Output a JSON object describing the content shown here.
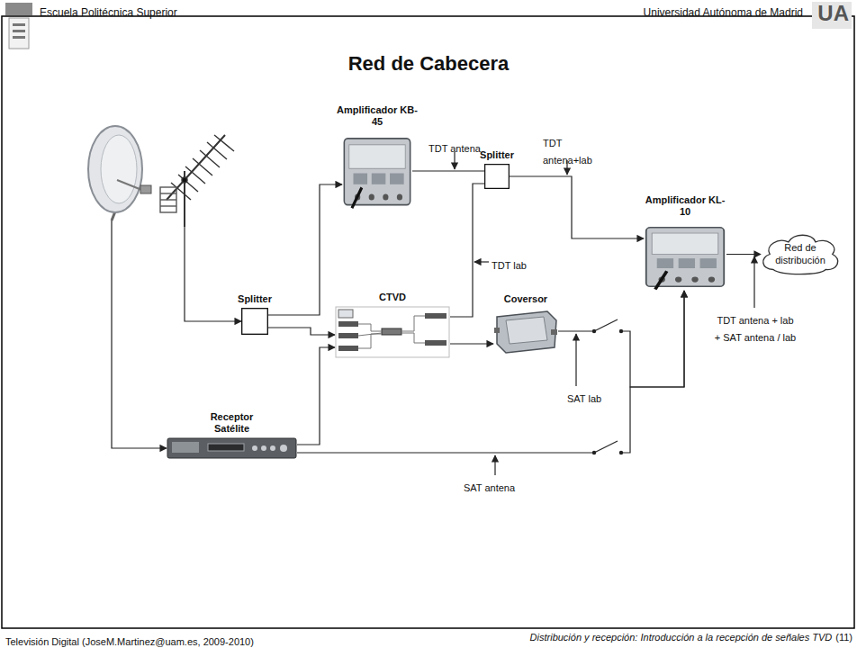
{
  "diagram": {
    "title": "Red de Cabecera",
    "nodes": [
      {
        "text": [
          "Amplificador KB-45"
        ]
      },
      {
        "text": [
          "Splitter"
        ]
      },
      {
        "text": [
          "Amplificador KL-10"
        ]
      },
      {
        "text": [
          "Red de distribución"
        ]
      },
      {
        "text": [
          "Splitter"
        ]
      },
      {
        "text": [
          "CTVD"
        ]
      },
      {
        "text": [
          "Coversor"
        ]
      },
      {
        "text": [
          "Receptor Satélite"
        ]
      }
    ],
    "edges": [
      {
        "from": 4,
        "to": 0,
        "arrow": "to"
      },
      {
        "from": 4,
        "to": 5,
        "arrow": "to"
      },
      {
        "from": 0,
        "to": 1,
        "arrow": "none"
      },
      {
        "from": 5,
        "to": 1,
        "arrow": "none"
      },
      {
        "from": 1,
        "to": 2,
        "arrow": "to"
      },
      {
        "from": 2,
        "to": 3,
        "arrow": "to"
      },
      {
        "from": 7,
        "to": 5,
        "arrow": "to"
      },
      {
        "from": 5,
        "to": 6,
        "arrow": "to"
      },
      {
        "from": 6,
        "to": 2,
        "arrow": "to"
      },
      {
        "from": 7,
        "to": 2,
        "arrow": "to"
      }
    ],
    "labels": [
      "Escuela Politécnica Superior",
      "Universidad Autónoma de Madrid",
      "UA",
      "TDT antena",
      "TDT antena+lab",
      "TDT lab",
      "SAT lab",
      "SAT antena",
      "TDT antena + lab + SAT antena / lab",
      "Televisión Digital (JoseM.Martinez@uam.es, 2009-2010)",
      "Distribución y recepción: Introducción a la recepción de señales TVD",
      "(11)"
    ]
  }
}
